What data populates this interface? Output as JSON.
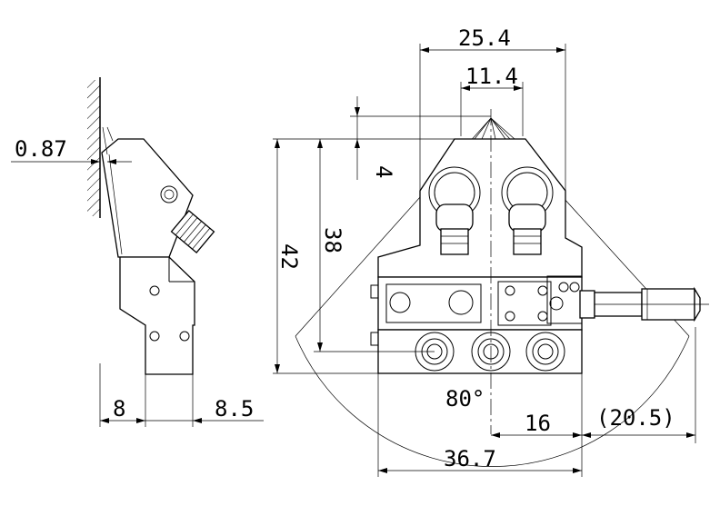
{
  "dimensions": {
    "d_25_4": "25.4",
    "d_11_4": "11.4",
    "d_0_87": "0.87",
    "d_4": "4",
    "d_42": "42",
    "d_38": "38",
    "d_80deg": "80°",
    "d_16": "16",
    "d_20_5": "(20.5)",
    "d_36_7": "36.7",
    "d_8": "8",
    "d_8_5": "8.5"
  }
}
